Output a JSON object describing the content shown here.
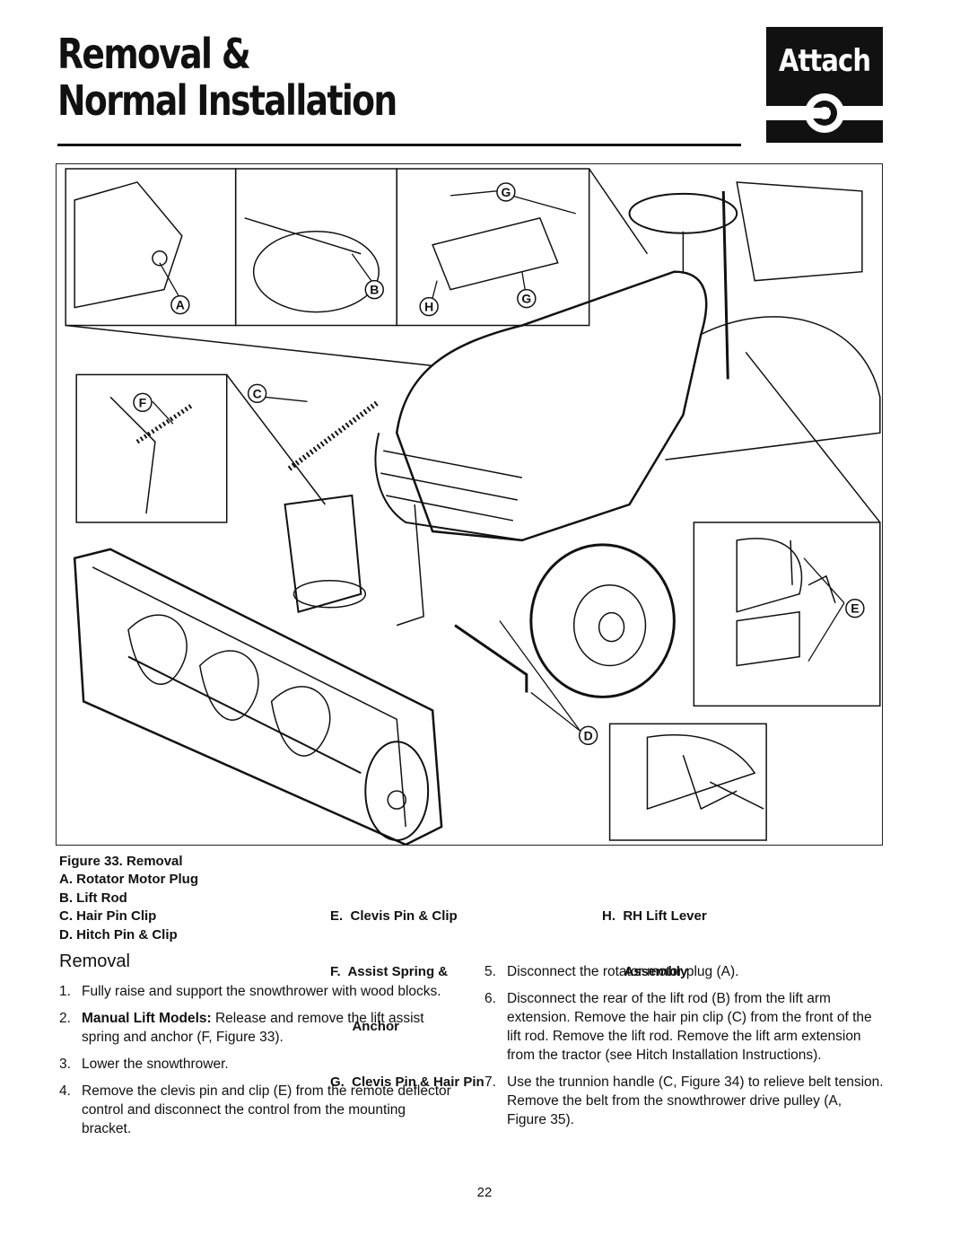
{
  "header": {
    "title_line1": "Removal &",
    "title_line2": "Normal Installation",
    "badge_label": "Attach",
    "badge_icon": "attach-hitch-icon"
  },
  "figure": {
    "callouts": [
      "A",
      "B",
      "C",
      "D",
      "E",
      "F",
      "G",
      "G",
      "H"
    ],
    "caption_title": "Figure 33.  Removal",
    "legend_col1": [
      "A.  Rotator Motor Plug",
      "B.  Lift Rod",
      "C.  Hair Pin Clip",
      "D.  Hitch Pin & Clip"
    ],
    "legend_col2": [
      "E.  Clevis Pin & Clip",
      "F.  Assist Spring &",
      "      Anchor",
      "G.  Clevis Pin & Hair Pin"
    ],
    "legend_col3": [
      "H.  RH Lift Lever",
      "      Assembly"
    ]
  },
  "section": {
    "heading": "Removal",
    "steps": [
      {
        "num": "1.",
        "text": "Fully raise and support the snowthrower with wood blocks."
      },
      {
        "num": "2.",
        "bold": "Manual Lift Models:",
        "text": " Release and remove the lift assist spring and anchor (F, Figure 33)."
      },
      {
        "num": "3.",
        "text": "Lower the snowthrower."
      },
      {
        "num": "4.",
        "text": "Remove the clevis pin and clip (E) from the remote deflector control and disconnect the control from the mounting bracket."
      },
      {
        "num": "5.",
        "text": "Disconnect the rotator motor plug (A)."
      },
      {
        "num": "6.",
        "text": "Disconnect the rear of the lift rod (B) from the lift arm extension.  Remove the hair pin clip (C) from the front of the lift rod.  Remove the lift rod.  Remove the lift arm extension from the tractor (see Hitch Installation Instructions)."
      },
      {
        "num": "7.",
        "text": "Use the trunnion handle (C, Figure 34) to relieve belt tension.  Remove the belt from the snowthrower drive pulley (A, Figure 35)."
      }
    ]
  },
  "footer": {
    "page_number": "22"
  }
}
